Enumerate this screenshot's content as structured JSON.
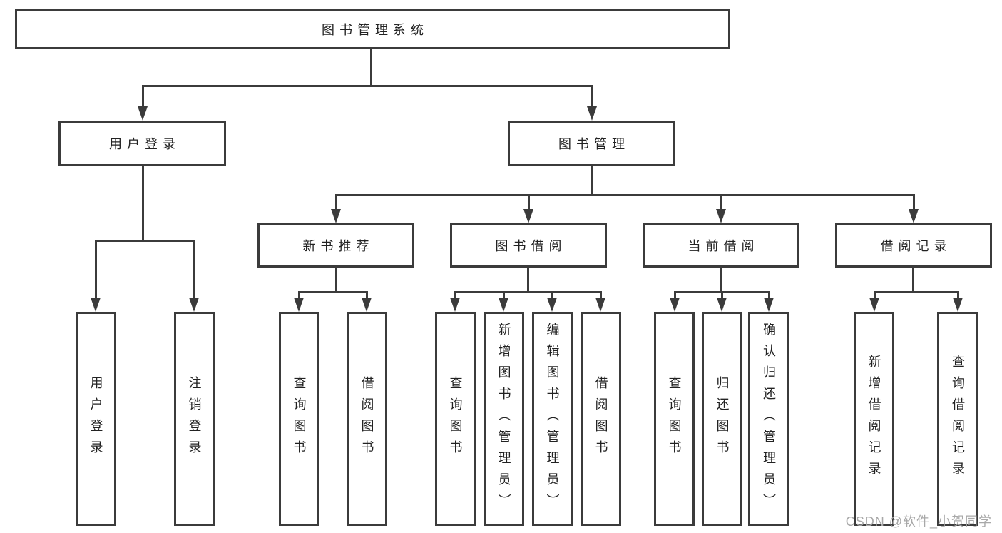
{
  "nodes": {
    "root": "图书管理系统",
    "user_login": "用户登录",
    "book_mgmt": "图书管理",
    "new_book": "新书推荐",
    "book_borrow": "图书借阅",
    "current_borrow": "当前借阅",
    "borrow_record": "借阅记录"
  },
  "leaves": {
    "user_login": [
      "用户登录",
      "注销登录"
    ],
    "new_book": [
      "查询图书",
      "借阅图书"
    ],
    "book_borrow": [
      "查询图书",
      "新增图书（管理员）",
      "编辑图书（管理员）",
      "借阅图书"
    ],
    "current_borrow": [
      "查询图书",
      "归还图书",
      "确认归还（管理员）"
    ],
    "borrow_record": [
      "新增借阅记录",
      "查询借阅记录"
    ]
  },
  "colors": {
    "line": "#3b3b3b",
    "text": "#222222",
    "watermark_text": "#a8a8a8"
  },
  "watermark": "CSDN @软件_小贺同学"
}
